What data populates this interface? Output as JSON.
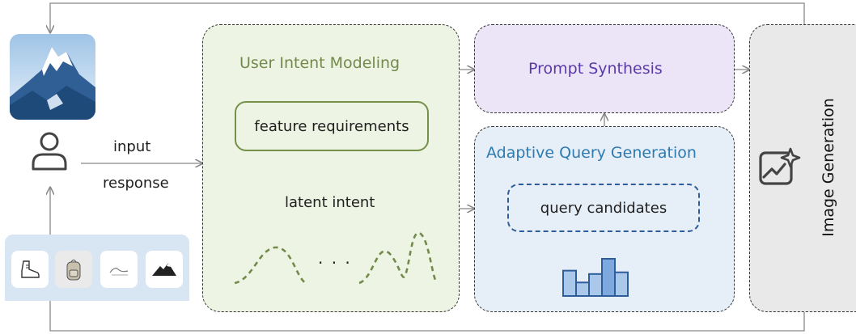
{
  "feedback_loop": {
    "input_label": "input",
    "response_label": "response"
  },
  "user_intent_modeling": {
    "title": "User Intent Modeling",
    "feature_chip": "feature requirements",
    "latent_label": "latent intent",
    "ellipsis": "· · ·"
  },
  "prompt_synthesis": {
    "title": "Prompt Synthesis"
  },
  "adaptive_query_generation": {
    "title": "Adaptive Query Generation",
    "candidates_chip": "query candidates"
  },
  "image_generation": {
    "title": "Image Generation"
  },
  "colors": {
    "intent_green": "#728a4b",
    "prompt_purple": "#5a3aa8",
    "query_blue": "#2d7bb1",
    "histogram_blue": "#aac8ea",
    "histogram_stroke": "#2f5d99"
  },
  "icons": [
    "mountain-image",
    "user-icon",
    "boot-icon",
    "backpack-icon",
    "trail-icon",
    "peaks-icon",
    "image-ai-icon",
    "histogram-icon"
  ],
  "histogram": {
    "values": [
      3,
      1.6,
      2.6,
      4.4,
      2.8
    ]
  }
}
